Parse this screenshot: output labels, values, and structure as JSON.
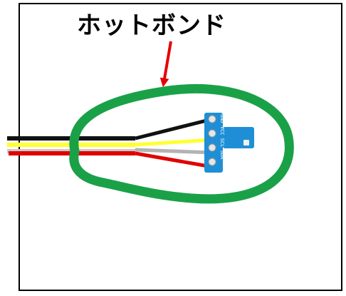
{
  "callout": {
    "label": "ホットボンド"
  },
  "pcb": {
    "silkscreen": "GND VCC SCL SDA"
  },
  "colors": {
    "frame": "#000000",
    "arrow": "#e60000",
    "outline": "#1aa148",
    "pcb": "#1e8fd6",
    "wire_black": "#111111",
    "wire_yellow": "#ffff33",
    "wire_gray": "#b3b3b3",
    "wire_red": "#e00000"
  },
  "wires": [
    {
      "name": "black",
      "color": "#111111"
    },
    {
      "name": "yellow",
      "color": "#ffff33"
    },
    {
      "name": "gray",
      "color": "#b3b3b3"
    },
    {
      "name": "red",
      "color": "#e00000"
    }
  ]
}
